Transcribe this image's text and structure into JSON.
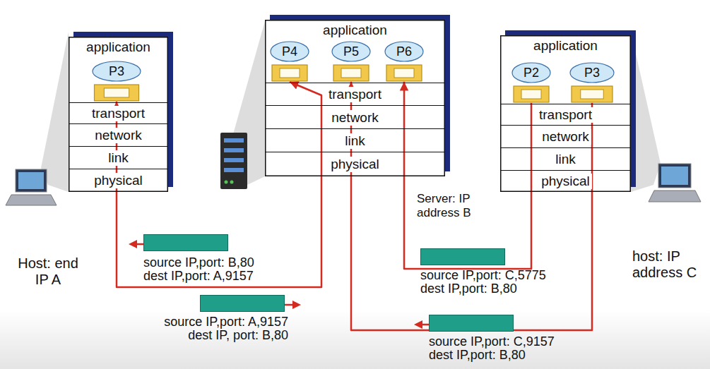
{
  "diagram": {
    "nodes": [
      {
        "text": [
          "Host: end IP A"
        ]
      },
      {
        "text": [
          "application"
        ],
        "in": 0
      },
      {
        "text": [
          "P3"
        ],
        "in": 1
      },
      {
        "text": [
          "transport"
        ],
        "in": 0
      },
      {
        "text": [
          "network"
        ],
        "in": 0
      },
      {
        "text": [
          "link"
        ],
        "in": 0
      },
      {
        "text": [
          "physical"
        ],
        "in": 0
      },
      {
        "text": [
          "Server: IP address B"
        ]
      },
      {
        "text": [
          "application"
        ],
        "in": 7
      },
      {
        "text": [
          "P4"
        ],
        "in": 8
      },
      {
        "text": [
          "P5"
        ],
        "in": 8
      },
      {
        "text": [
          "P6"
        ],
        "in": 8
      },
      {
        "text": [
          "transport"
        ],
        "in": 7
      },
      {
        "text": [
          "network"
        ],
        "in": 7
      },
      {
        "text": [
          "link"
        ],
        "in": 7
      },
      {
        "text": [
          "physical"
        ],
        "in": 7
      },
      {
        "text": [
          "host: IP address C"
        ]
      },
      {
        "text": [
          "application"
        ],
        "in": 16
      },
      {
        "text": [
          "P2"
        ],
        "in": 17
      },
      {
        "text": [
          "P3"
        ],
        "in": 17
      },
      {
        "text": [
          "transport"
        ],
        "in": 16
      },
      {
        "text": [
          "network"
        ],
        "in": 16
      },
      {
        "text": [
          "link"
        ],
        "in": 16
      },
      {
        "text": [
          "physical"
        ],
        "in": 16
      },
      {
        "text": [
          "source IP,port: B,80",
          "dest IP,port: A,9157"
        ]
      },
      {
        "text": [
          "source IP,port: A,9157",
          "dest IP, port: B,80"
        ]
      },
      {
        "text": [
          "source IP,port: C,5775",
          "dest IP,port: B,80"
        ]
      },
      {
        "text": [
          "source IP,port: C,9157",
          "dest IP,port: B,80"
        ]
      }
    ],
    "edges": [
      {
        "from": 2,
        "to": 9,
        "arrow": "both"
      },
      {
        "from": 19,
        "to": 10,
        "arrow": "to"
      },
      {
        "from": 18,
        "to": 11,
        "arrow": "to"
      }
    ]
  }
}
